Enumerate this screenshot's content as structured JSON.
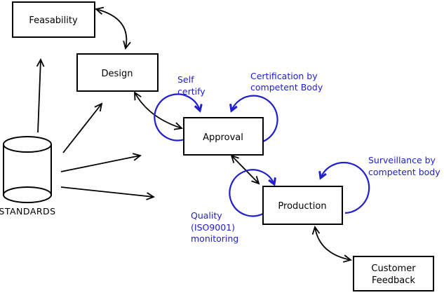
{
  "colors": {
    "line": "#000000",
    "accent": "#1f1fcc",
    "background": "#ffffff",
    "box_fill": "#ffffff"
  },
  "nodes": {
    "feasability": {
      "label": "Feasability"
    },
    "design": {
      "label": "Design"
    },
    "approval": {
      "label": "Approval"
    },
    "production": {
      "label": "Production"
    },
    "customer_feedback": {
      "line1": "Customer",
      "line2": "Feedback"
    },
    "standards": {
      "label": "STANDARDS"
    }
  },
  "annotations": {
    "self_certify": {
      "line1": "Self",
      "line2": "certify"
    },
    "certification": {
      "line1": "Certification by",
      "line2": "competent Body"
    },
    "quality": {
      "line1": "Quality",
      "line2": "(ISO9001)",
      "line3": "monitoring"
    },
    "surveillance": {
      "line1": "Surveillance by",
      "line2": "competent body"
    }
  }
}
